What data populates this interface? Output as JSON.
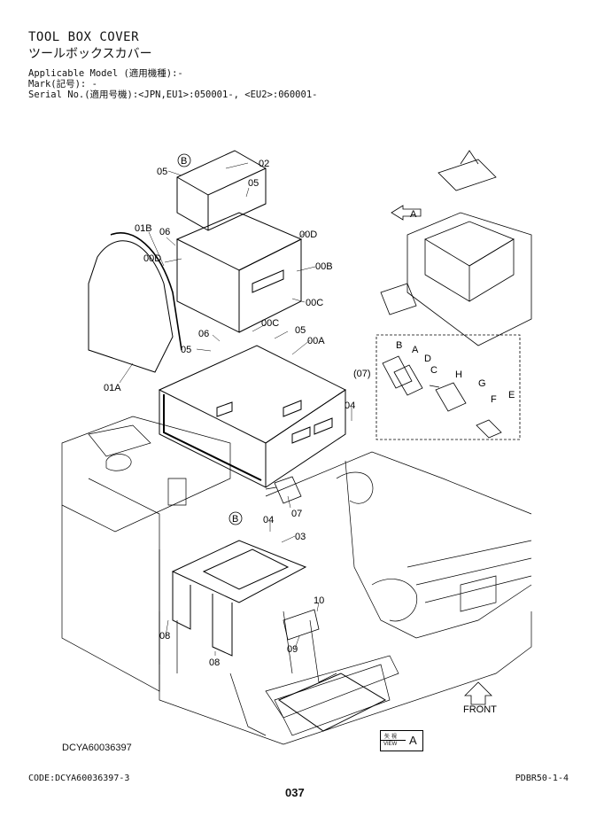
{
  "header": {
    "title_en": "TOOL BOX COVER",
    "title_jp": "ツールボックスカバー",
    "applicable_model": "Applicable Model (適用機種):-",
    "mark": "Mark(記号): -",
    "serial": "Serial No.(適用号機):<JPN,EU1>:050001-, <EU2>:060001-"
  },
  "callouts": {
    "c02": "02",
    "c05a": "05",
    "c05b": "05",
    "c05c": "05",
    "c05d": "05",
    "cB1": "B",
    "cB2": "B",
    "c01B": "01B",
    "c06a": "06",
    "c06b": "06",
    "c00Da": "00D",
    "c00Db": "00D",
    "c00B": "00B",
    "c00C": "00C",
    "c00Cb": "00C",
    "c00A": "00A",
    "c01A": "01A",
    "c04a": "04",
    "c04b": "04",
    "c03": "03",
    "c07": "07",
    "c08a": "08",
    "c08b": "08",
    "c09": "09",
    "c10": "10",
    "cA": "A",
    "c07box": "(07)",
    "kB": "B",
    "kA": "A",
    "kD": "D",
    "kC": "C",
    "kH": "H",
    "kG": "G",
    "kF": "F",
    "kE": "E"
  },
  "front_label": "FRONT",
  "drawing_no": "DCYA60036397",
  "view_box": {
    "kanji": "矢 視",
    "view": "VIEW",
    "letter": "A"
  },
  "footer": {
    "code": "CODE:DCYA60036397-3",
    "page": "037",
    "ref": "PDBR50-1-4"
  }
}
